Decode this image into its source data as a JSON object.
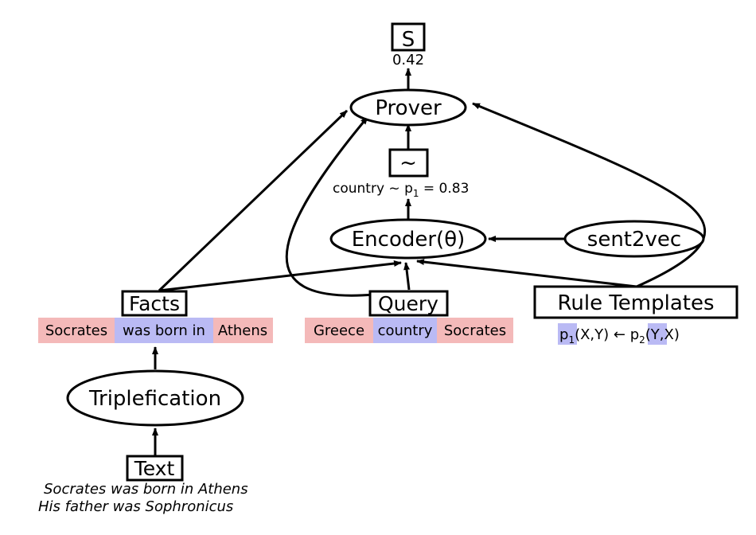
{
  "nodes": {
    "s": "S",
    "s_score": "0.42",
    "prover": "Prover",
    "similarity": "~",
    "encoder": "Encoder(θ)",
    "sent2vec": "sent2vec",
    "facts": "Facts",
    "query": "Query",
    "rule_templates": "Rule Templates",
    "triplefication": "Triplefication",
    "text": "Text"
  },
  "similarity_label": {
    "prefix": "country ~ p",
    "subscript": "1",
    "suffix": " = 0.83"
  },
  "facts_triple": [
    "Socrates",
    "was born in",
    "Athens"
  ],
  "query_triple": [
    "Greece",
    "country",
    "Socrates"
  ],
  "rule_template": {
    "p1": "p",
    "p1_sub": "1",
    "head_args": "(X,Y) ← ",
    "p2": "p",
    "p2_sub": "2",
    "body_args": "(Y,X)"
  },
  "text_lines": [
    "Socrates was born in Athens",
    "His father was Sophronicus"
  ],
  "colors": {
    "entity_highlight": "#f4b9b9",
    "relation_highlight": "#babaf4",
    "stroke": "#000000"
  }
}
